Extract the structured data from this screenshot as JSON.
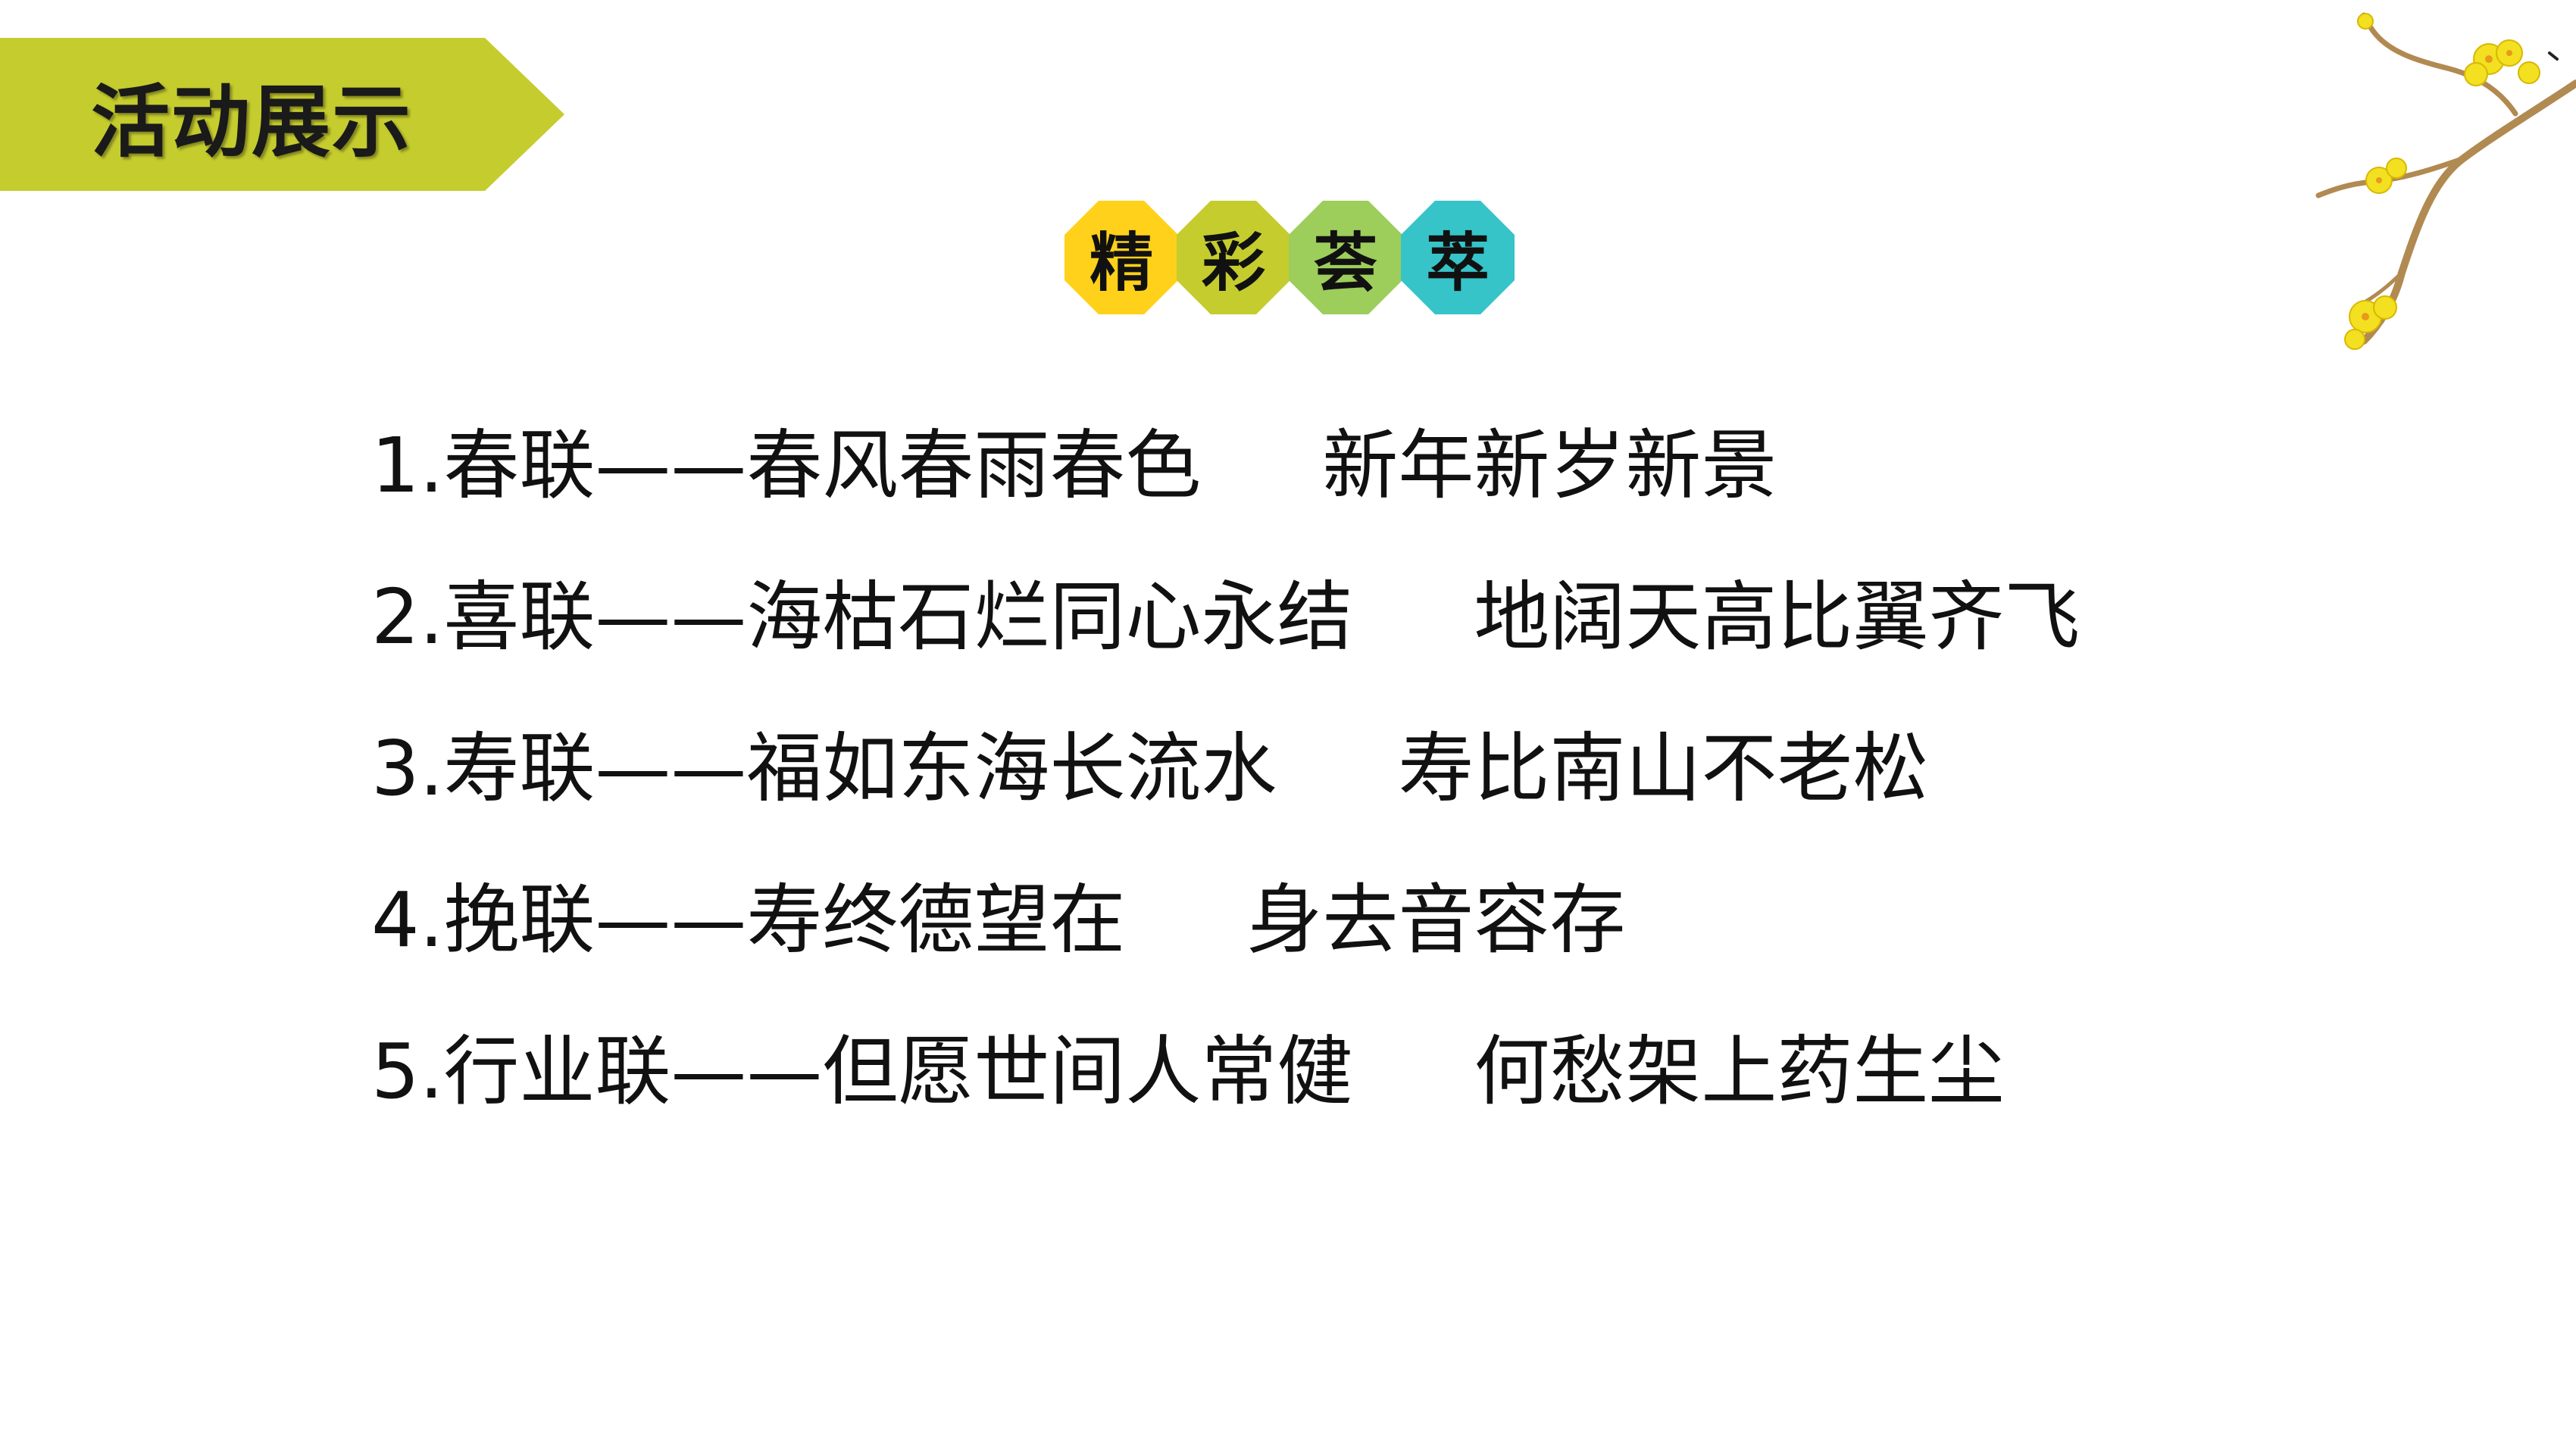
{
  "header": {
    "title": "活动展示"
  },
  "badges": {
    "chars": [
      "精",
      "彩",
      "荟",
      "萃"
    ],
    "colors": [
      "#ffd11a",
      "#c5cc2e",
      "#9dcd5b",
      "#36c4c8"
    ]
  },
  "couplets": [
    {
      "label": "1.春联——春风春雨春色",
      "pair": "新年新岁新景"
    },
    {
      "label": "2.喜联——海枯石烂同心永结",
      "pair": "地阔天高比翼齐飞"
    },
    {
      "label": "3.寿联——福如东海长流水",
      "pair": "寿比南山不老松"
    },
    {
      "label": "4.挽联——寿终德望在",
      "pair": "身去音容存"
    },
    {
      "label": "5.行业联——但愿世间人常健",
      "pair": "何愁架上药生尘"
    }
  ],
  "colors": {
    "banner": "#c5cc2e",
    "text": "#111111",
    "blossom": "#f2e021",
    "twig": "#b18a52"
  },
  "icons": {
    "decoration": "plum-blossom-branch-icon"
  }
}
